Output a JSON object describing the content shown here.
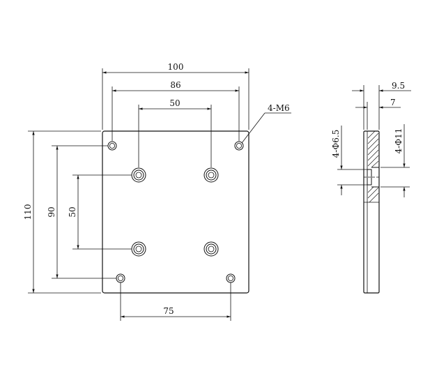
{
  "drawing": {
    "front_view": {
      "dim_overall_width": "100",
      "dim_outer_hole_spacing": "86",
      "dim_inner_hole_spacing": "50",
      "dim_overall_height": "110",
      "dim_outer_vertical_spacing": "90",
      "dim_inner_vertical_spacing": "50",
      "dim_bottom_hole_spacing": "75",
      "hole_callout": "4-M6"
    },
    "side_view": {
      "dim_total_thickness": "9.5",
      "dim_plate_thickness": "7",
      "dim_through_hole": "4-Φ6.5",
      "dim_counterbore": "4-Φ11"
    }
  }
}
